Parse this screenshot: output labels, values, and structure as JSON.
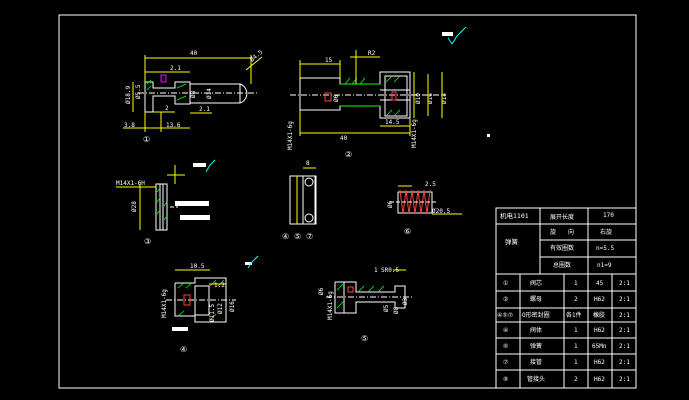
{
  "drawing": {
    "views": {
      "v1": {
        "balloon": "①",
        "dims": [
          "40",
          "2.1",
          "Ø4.5",
          "Ø18.9",
          "Ø5.5",
          "Ø8",
          "Ø14",
          "2",
          "2.1",
          "3.8",
          "13.6"
        ]
      },
      "v2": {
        "balloon": "②",
        "dims": [
          "15",
          "R2",
          "M14X1-6g",
          "Ø6",
          "Ø10",
          "Ø16",
          "Ø18",
          "40",
          "14.5"
        ]
      },
      "v3": {
        "balloon": "③",
        "dims": [
          "M14X1-6H",
          "Ø28"
        ]
      },
      "v4": {
        "balloon": "④ ⑤ ⑦",
        "dims": [
          "8"
        ]
      },
      "v5": {
        "balloon": "⑥",
        "dims": [
          "2.5",
          "Ø6",
          "Ø20.5"
        ]
      },
      "v6": {
        "balloon": "④",
        "dims": [
          "10.5",
          "M14X1-6g",
          "1.2",
          "Ø16",
          "Ø11.5",
          "Ø12"
        ]
      },
      "v7": {
        "balloon": "⑤",
        "dims": [
          "1",
          "SR0.5",
          "Ø6",
          "M14X1-6g",
          "Ø5",
          "Ø8",
          "Ø3"
        ]
      }
    }
  },
  "title_block": {
    "spring": {
      "name": "弹簧",
      "class": "机电1101",
      "rows": [
        {
          "label": "展开长度",
          "value": "170"
        },
        {
          "label": "旋　　向",
          "value": "右旋"
        },
        {
          "label": "有效圈数",
          "value": "n=5.5"
        },
        {
          "label": "总圈数",
          "value": "n1=9"
        }
      ]
    },
    "parts": [
      {
        "no": "①",
        "name": "阀芯",
        "qty": "1",
        "material": "45",
        "scale": "2:1"
      },
      {
        "no": "②",
        "name": "螺母",
        "qty": "2",
        "material": "H62",
        "scale": "2:1"
      },
      {
        "no": "④⑤⑦",
        "name": "O形密封圈",
        "qty": "各1件",
        "material": "橡胶",
        "scale": "2:1"
      },
      {
        "no": "④",
        "name": "阀体",
        "qty": "1",
        "material": "H62",
        "scale": "2:1"
      },
      {
        "no": "⑥",
        "name": "弹簧",
        "qty": "1",
        "material": "65Mn",
        "scale": "2:1"
      },
      {
        "no": "⑦",
        "name": "接管",
        "qty": "1",
        "material": "H62",
        "scale": "2:1"
      },
      {
        "no": "⑧",
        "name": "管接头",
        "qty": "2",
        "material": "H62",
        "scale": "2:1"
      }
    ]
  }
}
